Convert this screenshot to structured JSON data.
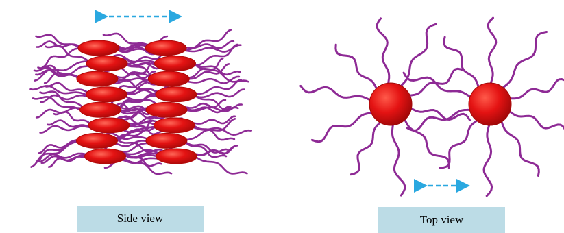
{
  "colors": {
    "disc": "#e41313",
    "disc_dark": "#b00a0a",
    "chain": "#8e2a95",
    "arrow": "#2aa8e0",
    "caption_bg": "#bcdce6"
  },
  "panels": {
    "side": {
      "caption": "Side view",
      "column_count": 2,
      "discs_per_column": 8
    },
    "top": {
      "caption": "Top view",
      "core_count": 2,
      "chains_per_core": 10
    }
  }
}
